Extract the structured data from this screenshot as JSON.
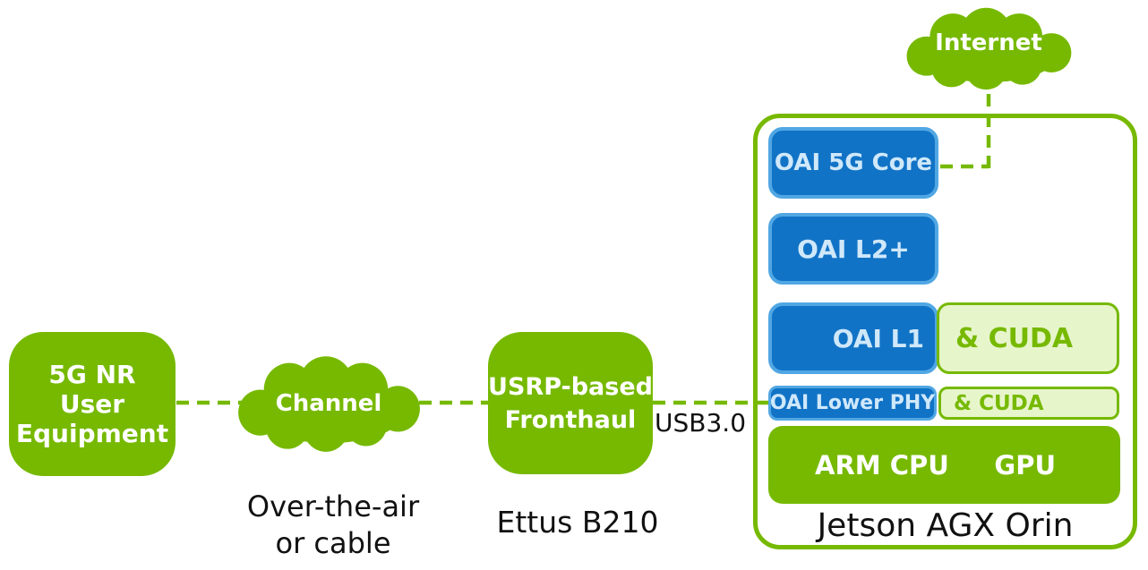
{
  "colors": {
    "nvidia_green": "#76b900",
    "light_green_fill": "#e7f5cb",
    "blue_fill": "#1173c6",
    "blue_border": "#51a7e3",
    "blue_text": "#cfe8fa",
    "caption_text": "#111111",
    "node_text": "#ffffff"
  },
  "ue": {
    "line1": "5G NR",
    "line2": "User",
    "line3": "Equipment"
  },
  "channel": {
    "label": "Channel",
    "caption_line1": "Over-the-air",
    "caption_line2": "or cable"
  },
  "usrp": {
    "line1": "USRP-based",
    "line2": "Fronthaul",
    "caption": "Ettus B210"
  },
  "usb": {
    "label": "USB3.0"
  },
  "internet": {
    "label": "Internet"
  },
  "jetson": {
    "caption": "Jetson AGX Orin",
    "oai_5g_core": "OAI 5G Core",
    "oai_l2": "OAI L2+",
    "oai_l1": "OAI L1",
    "cuda_l1": "& CUDA",
    "oai_lower_phy": "OAI Lower PHY",
    "cuda_lower_phy": "& CUDA",
    "arm_cpu": "ARM CPU",
    "gpu": "GPU"
  }
}
